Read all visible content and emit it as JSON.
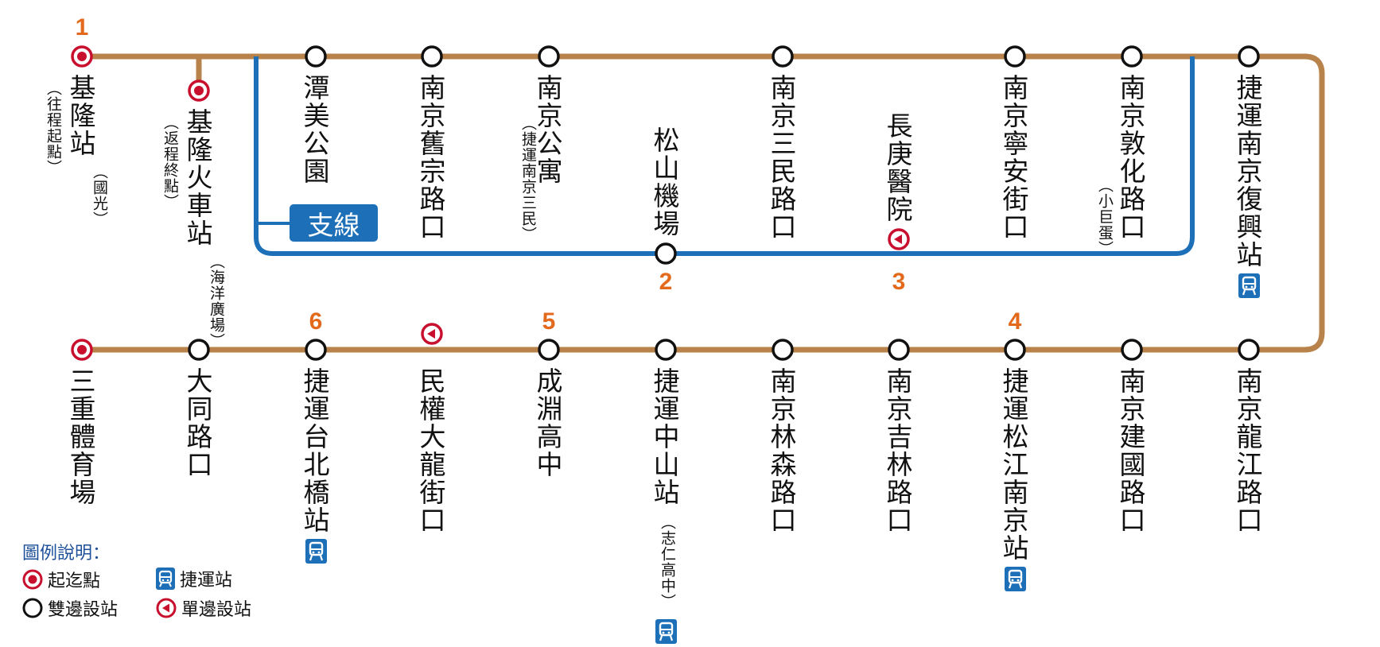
{
  "route": {
    "line_color": "#b8834a",
    "branch_color": "#1d6fb8",
    "terminal_color": "#c8102e",
    "number_color": "#e36a1d",
    "branch_label": "支線"
  },
  "top_row": [
    {
      "name": "基隆站",
      "note": "（國光）",
      "note2": "（往程起點）",
      "type": "terminal",
      "number": "1"
    },
    {
      "name": "基隆火車站",
      "note": "（海洋廣場）",
      "note2": "（返程終點）",
      "type": "terminal"
    },
    {
      "name": "潭美公園",
      "type": "double"
    },
    {
      "name": "南京舊宗路口",
      "type": "double"
    },
    {
      "name": "南京公寓",
      "note": "（捷運南京三民）",
      "type": "double"
    },
    {
      "name": "南京三民路口",
      "type": "double"
    },
    {
      "name": "南京寧安街口",
      "type": "double"
    },
    {
      "name": "南京敦化路口",
      "note": "（小巨蛋）",
      "type": "double"
    },
    {
      "name": "捷運南京復興站",
      "type": "double",
      "metro": true
    }
  ],
  "branch_row": [
    {
      "name": "松山機場",
      "type": "double",
      "number": "2"
    },
    {
      "name": "長庚醫院",
      "type": "single",
      "number": "3"
    }
  ],
  "bottom_row": [
    {
      "name": "三重體育場",
      "type": "terminal"
    },
    {
      "name": "大同路口",
      "type": "double"
    },
    {
      "name": "捷運台北橋站",
      "type": "double",
      "number": "6",
      "metro": true
    },
    {
      "name": "民權大龍街口",
      "type": "single"
    },
    {
      "name": "成淵高中",
      "type": "double",
      "number": "5"
    },
    {
      "name": "捷運中山站",
      "note": "（志仁高中）",
      "type": "double",
      "metro": true
    },
    {
      "name": "南京林森路口",
      "type": "double"
    },
    {
      "name": "南京吉林路口",
      "type": "double"
    },
    {
      "name": "捷運松江南京站",
      "type": "double",
      "number": "4",
      "metro": true
    },
    {
      "name": "南京建國路口",
      "type": "double"
    },
    {
      "name": "南京龍江路口",
      "type": "double"
    }
  ],
  "legend": {
    "title": "圖例說明：",
    "terminal": "起迄點",
    "metro": "捷運站",
    "double": "雙邊設站",
    "single": "單邊設站"
  }
}
